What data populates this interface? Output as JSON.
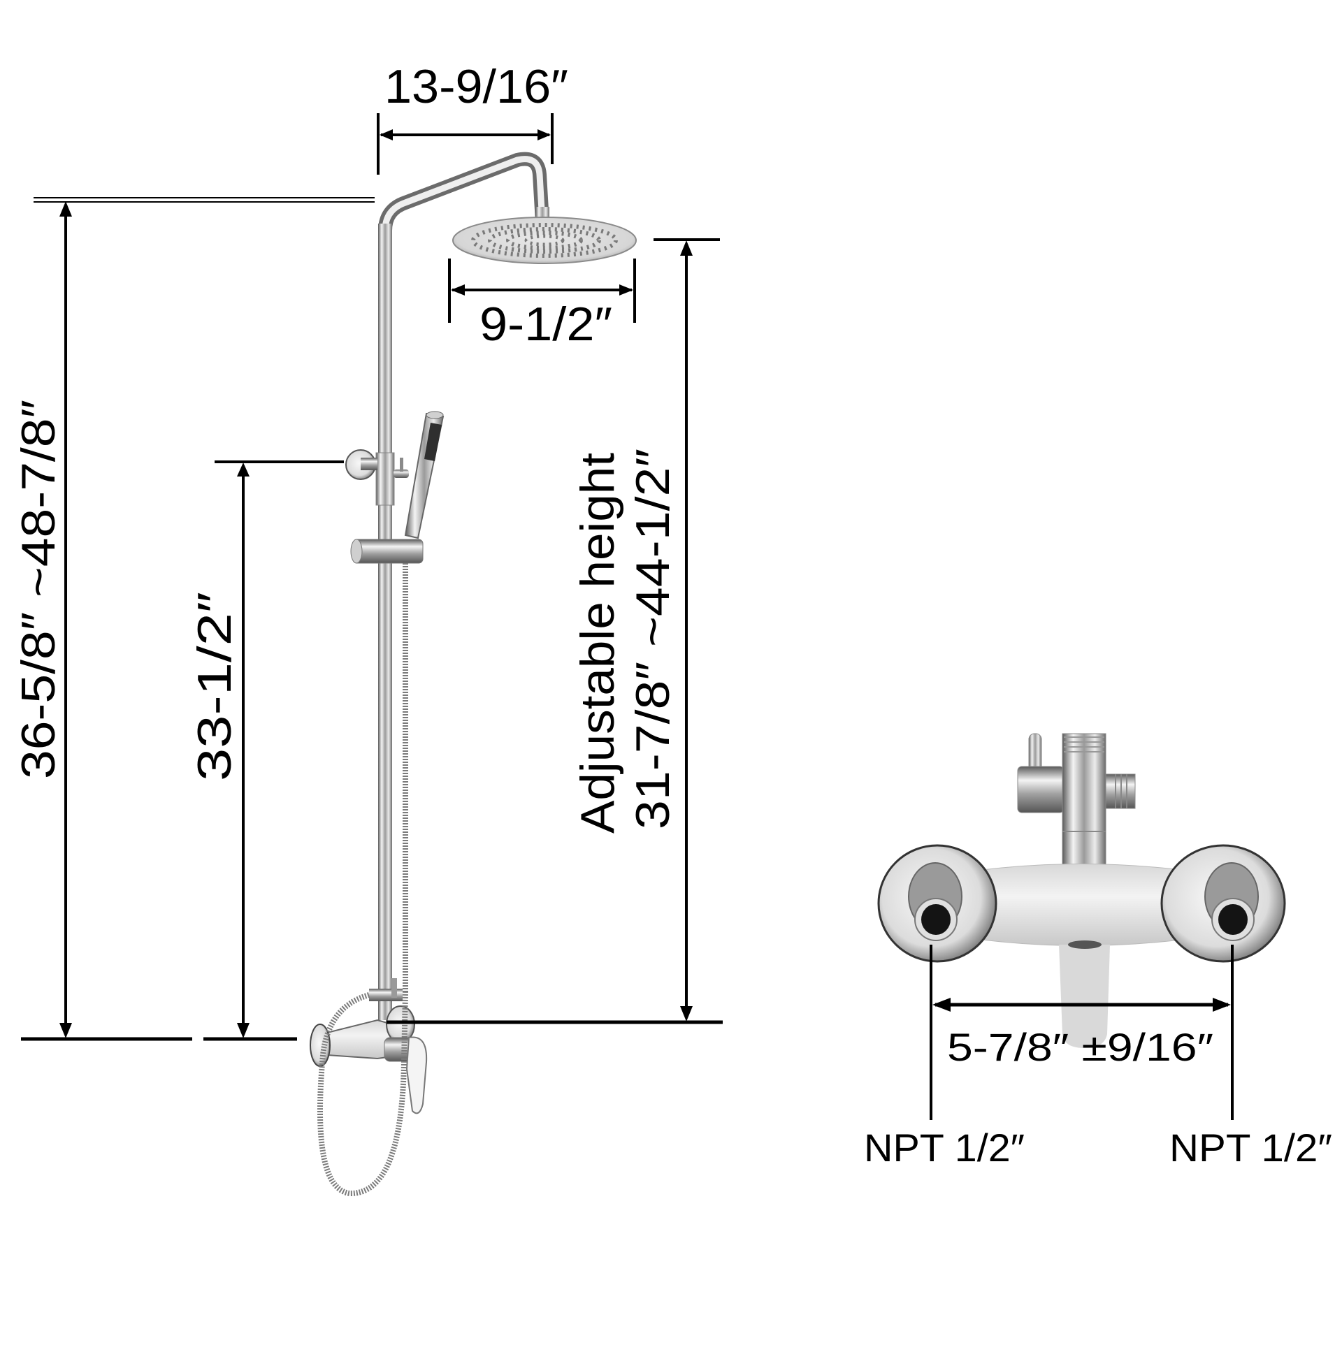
{
  "diagram": {
    "title": "Shower system dimension drawing",
    "colors": {
      "background": "#ffffff",
      "dimension_line": "#000000",
      "chrome_light": "#f2f2f2",
      "chrome_mid": "#b8b8b8",
      "chrome_dark": "#4a4a4a"
    },
    "shower_column": {
      "labels": {
        "arm_reach": "13-9/16″",
        "head_diameter": "9-1/2″",
        "total_height": "36-5/8″   ~48-7/8″",
        "holder_height": "33-1/2″",
        "adjustable_title": "Adjustable height",
        "adjustable_range": "31-7/8″   ~44-1/2″"
      },
      "components": [
        "rain-shower-head",
        "shower-arm",
        "riser-pipe",
        "wall-bracket",
        "hand-shower",
        "slide-holder",
        "shower-hose",
        "mixer-valve",
        "mixer-lever"
      ]
    },
    "valve_detail": {
      "labels": {
        "center_spacing": "5-7/8″   ±9/16″",
        "left_inlet": "NPT 1/2″",
        "right_inlet": "NPT 1/2″"
      },
      "components": [
        "diverter",
        "diverter-lever",
        "valve-body",
        "left-flange",
        "right-flange",
        "valve-lever"
      ]
    }
  }
}
